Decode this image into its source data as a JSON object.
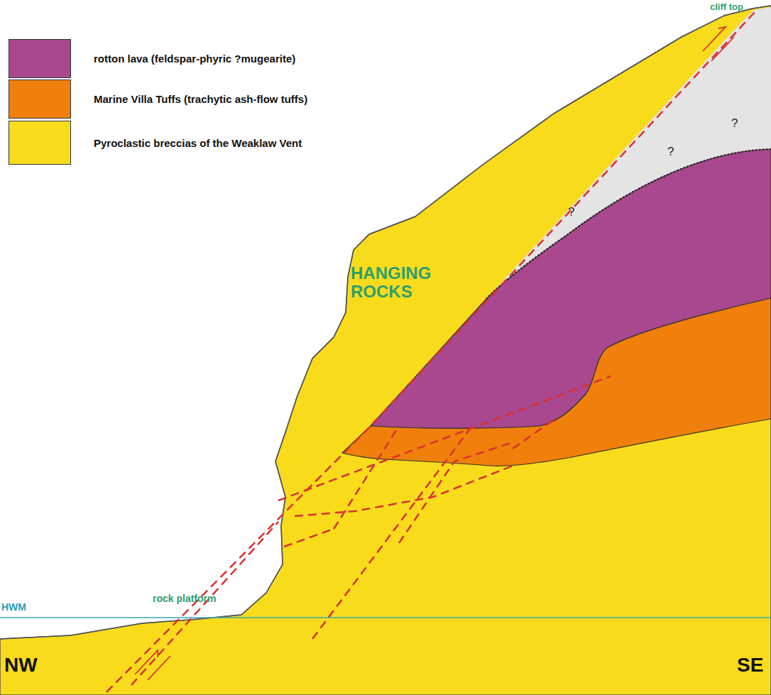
{
  "diagram": {
    "labels": [
      "cliff top",
      "?",
      "?",
      "?",
      "HANGING ROCKS",
      "HWM",
      "rock platform",
      "NW",
      "SE"
    ],
    "legend": [
      {
        "text": "rotton lava (feldspar-phyric ?mugearite)",
        "color": "#a9478f"
      },
      {
        "text": "Marine Villa Tuffs (trachytic ash-flow tuffs)",
        "color": "#f0800b"
      },
      {
        "text": "Pyroclastic breccias of the Weaklaw Vent",
        "color": "#f8dc1c"
      }
    ]
  }
}
